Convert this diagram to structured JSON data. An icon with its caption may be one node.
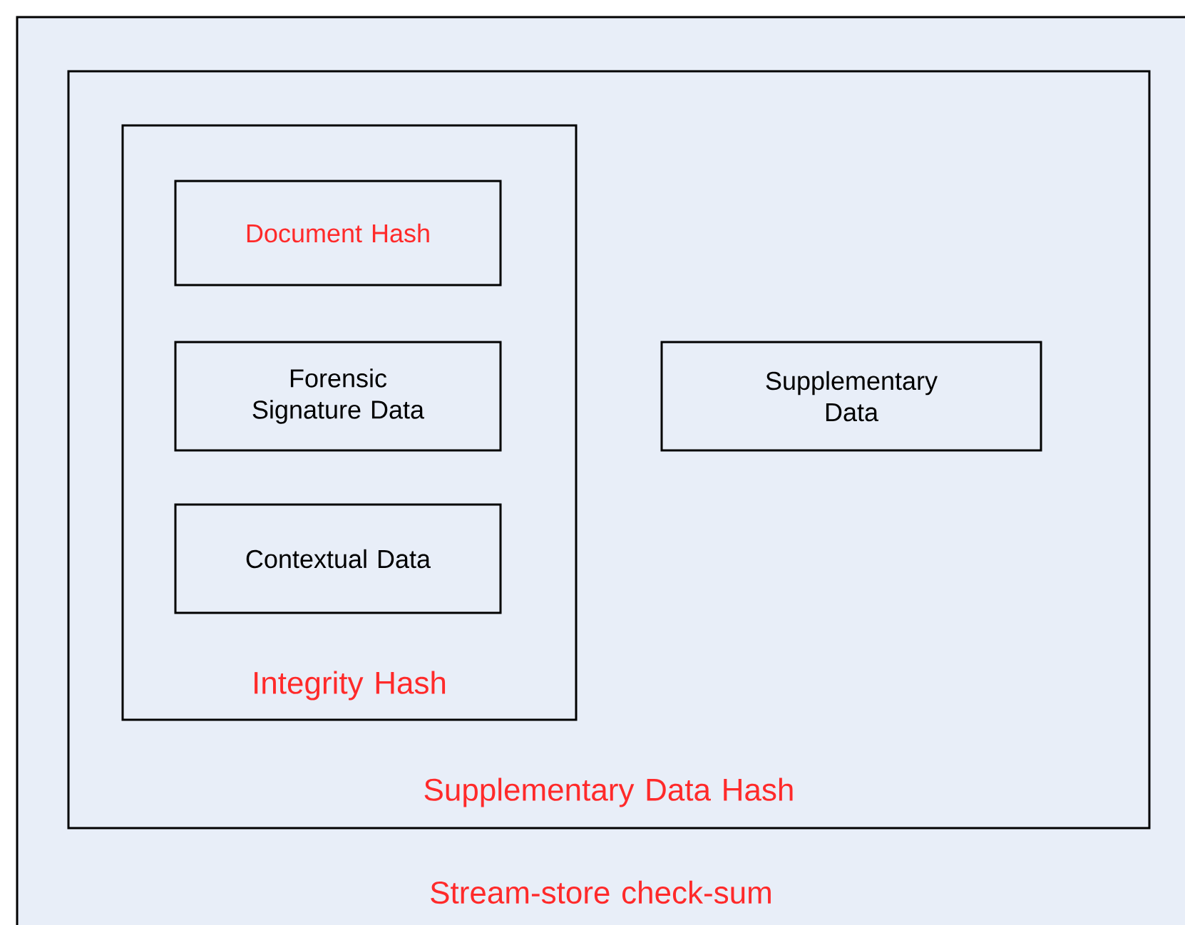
{
  "diagram": {
    "nodes": [
      {
        "text": [
          "Stream-store check-sum"
        ]
      },
      {
        "text": [
          "Supplementary Data Hash"
        ],
        "in": 0
      },
      {
        "text": [
          "Integrity Hash"
        ],
        "in": 1
      },
      {
        "text": [
          "Document Hash"
        ],
        "in": 2
      },
      {
        "text": [
          "Forensic Signature Data"
        ],
        "in": 2
      },
      {
        "text": [
          "Contextual Data"
        ],
        "in": 2
      },
      {
        "text": [
          "Supplementary Data"
        ],
        "in": 1
      }
    ]
  }
}
